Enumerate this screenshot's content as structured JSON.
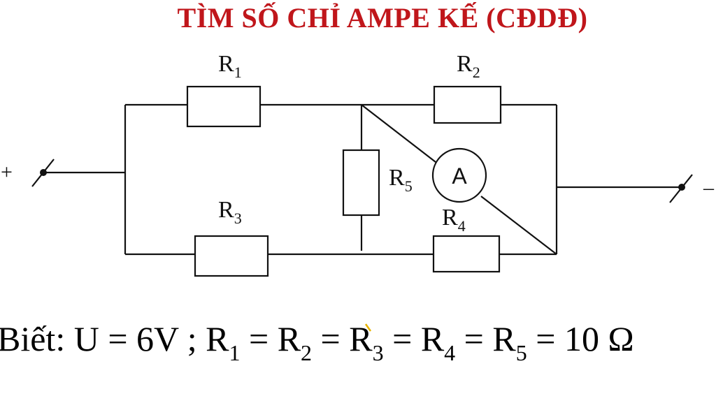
{
  "title": "TÌM SỐ CHỈ AMPE KẾ (CĐDĐ)",
  "circuit": {
    "terminal_positive": "+",
    "terminal_negative": "–",
    "resistors": [
      {
        "id": "R1",
        "letter": "R",
        "sub": "1"
      },
      {
        "id": "R2",
        "letter": "R",
        "sub": "2"
      },
      {
        "id": "R3",
        "letter": "R",
        "sub": "3"
      },
      {
        "id": "R4",
        "letter": "R",
        "sub": "4"
      },
      {
        "id": "R5",
        "letter": "R",
        "sub": "5"
      }
    ],
    "ammeter_label": "A",
    "wire_color": "#111111"
  },
  "given": {
    "prefix": "Biết: U = 6V ; ",
    "letter": "R",
    "subs": [
      "1",
      "2",
      "3",
      "4",
      "5"
    ],
    "equals": " = ",
    "value": "10 Ω"
  },
  "colors": {
    "title": "#c0161b",
    "text": "#000000",
    "stray_mark": "#e8b400"
  }
}
